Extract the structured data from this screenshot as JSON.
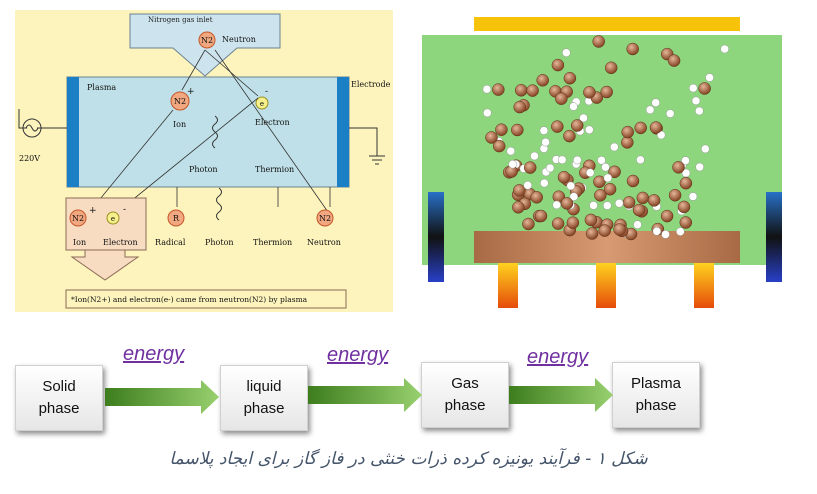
{
  "left_diagram": {
    "nitrogen_inlet": "Nitrogen gas inlet",
    "n2": "N2",
    "neutron": "Neutron",
    "plasma": "Plasma",
    "electrode": "Electrode",
    "voltage": "220V",
    "ion": "Ion",
    "electron": "Electron",
    "photon": "Photon",
    "thermion": "Thermion",
    "radical": "Radical",
    "r": "R",
    "e": "e",
    "plus": "+",
    "minus": "-",
    "note": "*Ion(N2+) and electron(e-) came from neutron(N2) by plasma"
  },
  "phases": {
    "solid": [
      "Solid",
      "phase"
    ],
    "liquid": [
      "liquid",
      "phase"
    ],
    "gas": [
      "Gas",
      "phase"
    ],
    "plasma": [
      "Plasma",
      "phase"
    ],
    "energy": "energy"
  },
  "caption": "شکل ۱ - فرآیند یونیزه کرده ذرات خنثی در فاز گاز برای ایجاد پلاسما"
}
